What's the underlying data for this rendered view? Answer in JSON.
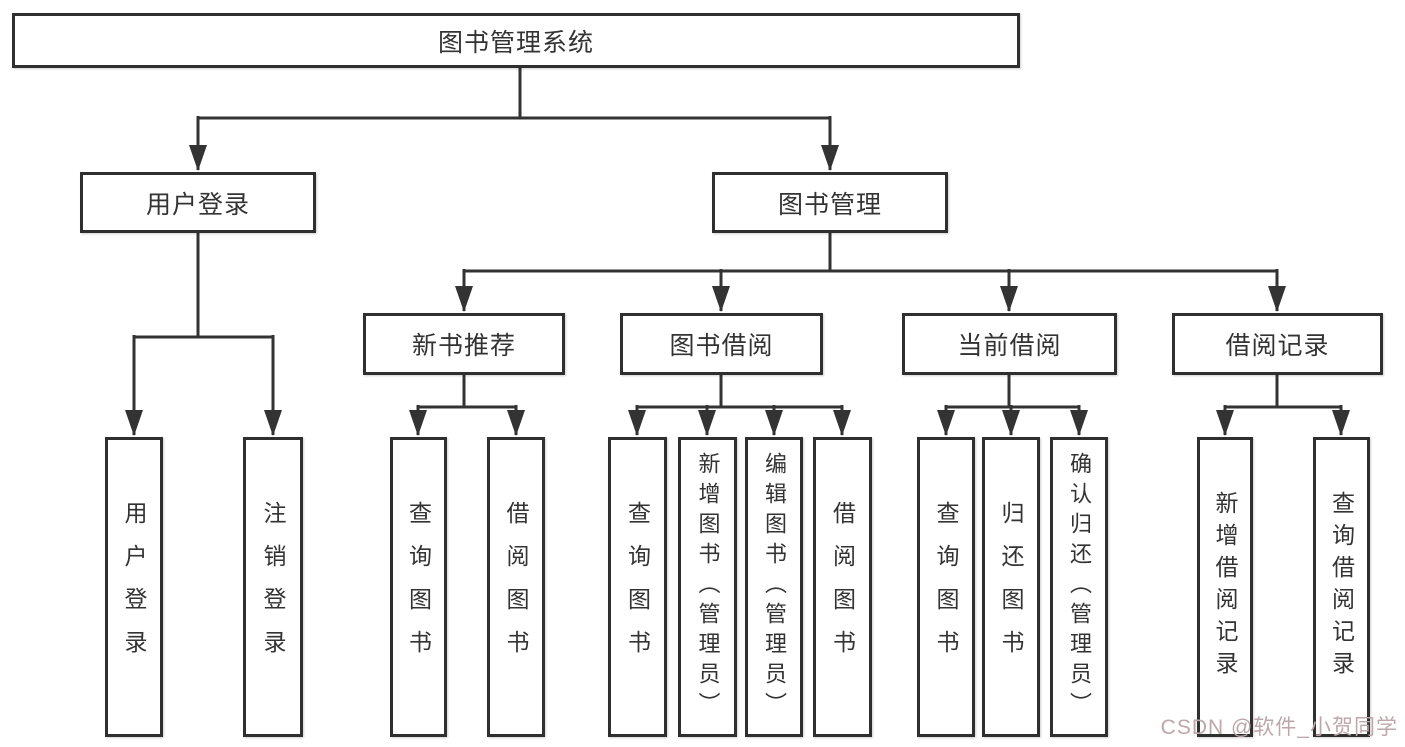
{
  "diagram": {
    "root": {
      "label": "图书管理系统"
    },
    "branches": [
      {
        "label": "用户登录"
      },
      {
        "label": "图书管理"
      }
    ],
    "modules": [
      {
        "label": "新书推荐"
      },
      {
        "label": "图书借阅"
      },
      {
        "label": "当前借阅"
      },
      {
        "label": "借阅记录"
      }
    ],
    "leaves": [
      {
        "label": "用户登录"
      },
      {
        "label": "注销登录"
      },
      {
        "label": "查询图书"
      },
      {
        "label": "借阅图书"
      },
      {
        "label": "查询图书"
      },
      {
        "label": "新增图书（管理员）"
      },
      {
        "label": "编辑图书（管理员）"
      },
      {
        "label": "借阅图书"
      },
      {
        "label": "查询图书"
      },
      {
        "label": "归还图书"
      },
      {
        "label": "确认归还（管理员）"
      },
      {
        "label": "新增借阅记录"
      },
      {
        "label": "查询借阅记录"
      }
    ]
  },
  "watermark": {
    "text": "CSDN @软件_小贺同学"
  },
  "colors": {
    "line": "#333333",
    "box_border": "#2f2f2f",
    "text": "#333333",
    "watermark": "#bda7aa"
  }
}
